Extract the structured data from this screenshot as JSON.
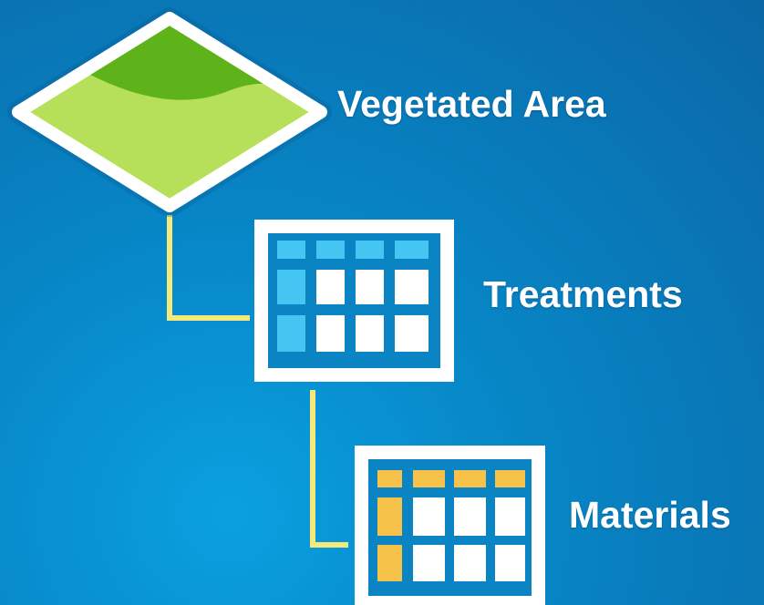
{
  "nodes": {
    "vegetated_area": {
      "label": "Vegetated Area",
      "icon": "polygon-feature-icon"
    },
    "treatments": {
      "label": "Treatments",
      "icon": "table-icon"
    },
    "materials": {
      "label": "Materials",
      "icon": "table-icon"
    }
  },
  "colors": {
    "background": "#0786c6",
    "connector": "#f4e97a",
    "frame": "#ffffff",
    "table_inner": "#0b84c4",
    "treatments_header": "#45c6f2",
    "materials_header": "#f7c24a",
    "polygon_light": "#b7e05a",
    "polygon_dark": "#5fb31a"
  }
}
